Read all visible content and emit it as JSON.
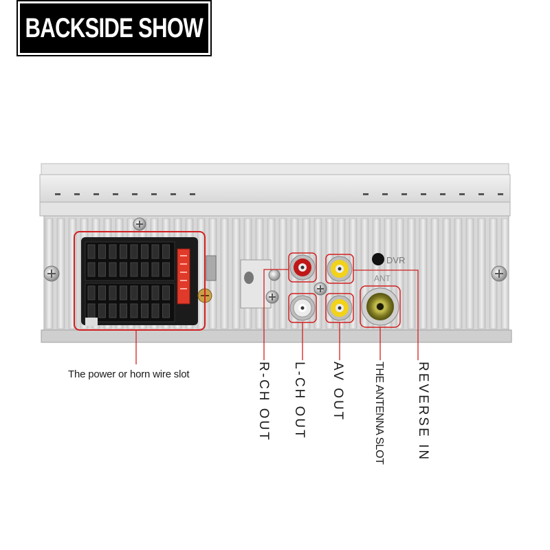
{
  "banner": {
    "text": "BACKSIDE SHOW"
  },
  "panel": {
    "dvr_label": "DVR",
    "ant_label": "ANT"
  },
  "callouts": {
    "power_slot": "The power or horn wire slot",
    "r_ch_out": "R-CH OUT",
    "l_ch_out": "L-CH OUT",
    "av_out": "AV OUT",
    "antenna_slot": "THE ANTENNA SLOT",
    "reverse_in": "REVERSE IN"
  },
  "colors": {
    "callout_red": "#d21f1f",
    "rca_red": "#c01818",
    "rca_yellow": "#f2d21a",
    "panel_grey": "#dcdcdc",
    "antenna_olive": "#8f8a2a"
  }
}
